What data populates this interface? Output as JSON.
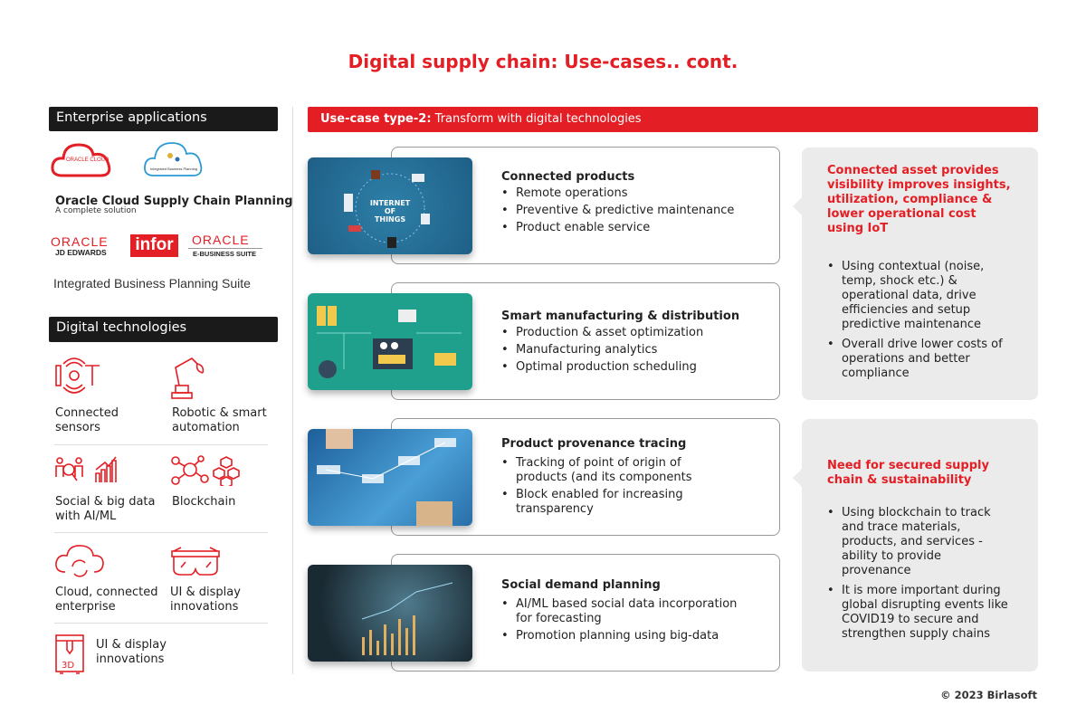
{
  "title": "Digital supply chain: Use-cases.. cont.",
  "enterprise": {
    "header": "Enterprise applications",
    "logos": {
      "oracle_cloud": "ORACLE CLOUD",
      "sap_ibp": "Integrated Business Planning",
      "ocscp_title": "Oracle Cloud Supply Chain Planning",
      "ocscp_sub": "A complete solution",
      "jde_brand": "ORACLE",
      "jde_sub": "JD EDWARDS",
      "infor": "infor",
      "ebs_brand": "ORACLE",
      "ebs_sub": "E-BUSINESS SUITE",
      "ibp_suite": "Integrated Business Planning Suite"
    }
  },
  "digital": {
    "header": "Digital technologies",
    "items": [
      {
        "label": "Connected sensors",
        "icon": "iot-icon"
      },
      {
        "label": "Robotic & smart automation",
        "icon": "robot-arm-icon"
      },
      {
        "label": "Social & big data with AI/ML",
        "icon": "social-analytics-icon"
      },
      {
        "label": "Blockchain",
        "icon": "blockchain-icon"
      },
      {
        "label": "Cloud, connected enterprise",
        "icon": "cloud-sync-icon"
      },
      {
        "label": "UI & display innovations",
        "icon": "smart-glasses-icon"
      },
      {
        "label": "UI & display innovations",
        "icon": "3d-printer-icon"
      }
    ]
  },
  "banner": {
    "bold": "Use-case type-2:",
    "text": " Transform with digital technologies"
  },
  "cards": [
    {
      "title": "Connected products",
      "image_text": "INTERNET OF THINGS",
      "items": [
        "Remote operations",
        "Preventive & predictive maintenance",
        "Product enable service"
      ]
    },
    {
      "title": "Smart manufacturing & distribution",
      "items": [
        "Production & asset optimization",
        "Manufacturing analytics",
        "Optimal production scheduling"
      ]
    },
    {
      "title": "Product provenance tracing",
      "items": [
        "Tracking of point of origin of products (and its components",
        "Block enabled for increasing transparency"
      ]
    },
    {
      "title": "Social demand planning",
      "items": [
        "AI/ML based social data incorporation for forecasting",
        "Promotion planning using big-data"
      ]
    }
  ],
  "benefits": [
    {
      "title": "Connected asset provides visibility improves insights, utilization, compliance & lower operational cost using IoT",
      "items": [
        "Using contextual (noise, temp, shock etc.) & operational data, drive efficiencies and setup predictive maintenance",
        "Overall drive lower costs of operations and better compliance"
      ]
    },
    {
      "title": "Need for secured supply chain & sustainability",
      "items": [
        "Using blockchain to track and trace materials, products, and services - ability to provide provenance",
        "It is more important during global disrupting events like COVID19 to secure and strengthen supply chains"
      ]
    }
  ],
  "footer": "© 2023 Birlasoft",
  "colors": {
    "accent": "#e31e24",
    "panel": "#ebebeb",
    "header": "#1a1a1a"
  }
}
